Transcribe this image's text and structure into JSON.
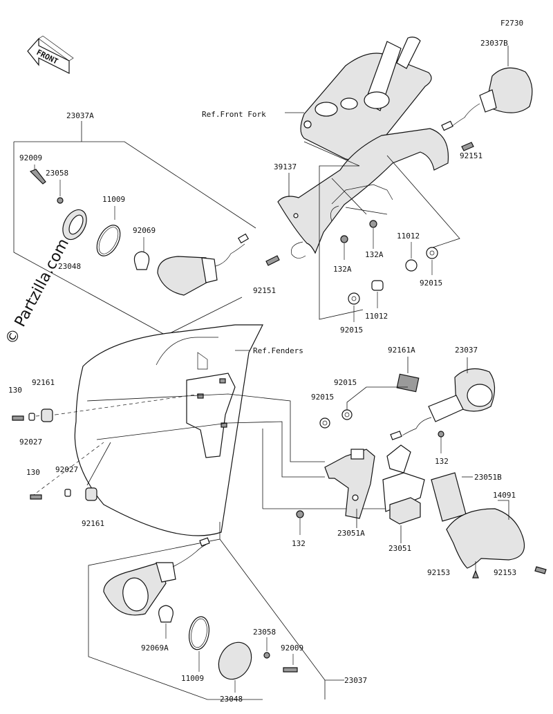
{
  "diagram": {
    "figure_code": "F2730",
    "watermark": "© Partzilla.com",
    "front_label": "FRONT",
    "refs": {
      "front_fork": "Ref.Front Fork",
      "fenders": "Ref.Fenders"
    },
    "labels": {
      "p23037B": "23037B",
      "p23037A": "23037A",
      "p92009_top": "92009",
      "p23058_top": "23058",
      "p11009_top": "11009",
      "p92069": "92069",
      "p23048_top": "23048",
      "p39137": "39137",
      "p92151_left": "92151",
      "p92151_right": "92151",
      "p132A_left": "132A",
      "p132A_right": "132A",
      "p11012_top": "11012",
      "p92015_right": "92015",
      "p11012_mid": "11012",
      "p92015_mid": "92015",
      "p92161A": "92161A",
      "p23037": "23037",
      "p92015_a": "92015",
      "p92015_b": "92015",
      "p130_top": "130",
      "p92161_top": "92161",
      "p92027_top": "92027",
      "p130_bot": "130",
      "p92027_bot": "92027",
      "p92161_bot": "92161",
      "p132_right": "132",
      "p23051B": "23051B",
      "p14091": "14091",
      "p132_left": "132",
      "p23051A": "23051A",
      "p23051": "23051",
      "p92153_left": "92153",
      "p92153_right": "92153",
      "p92069A": "92069A",
      "p11009_bot": "11009",
      "p23058_bot": "23058",
      "p92009_bot": "92009",
      "p23048_bot": "23048",
      "p23037_bot": "23037"
    }
  }
}
